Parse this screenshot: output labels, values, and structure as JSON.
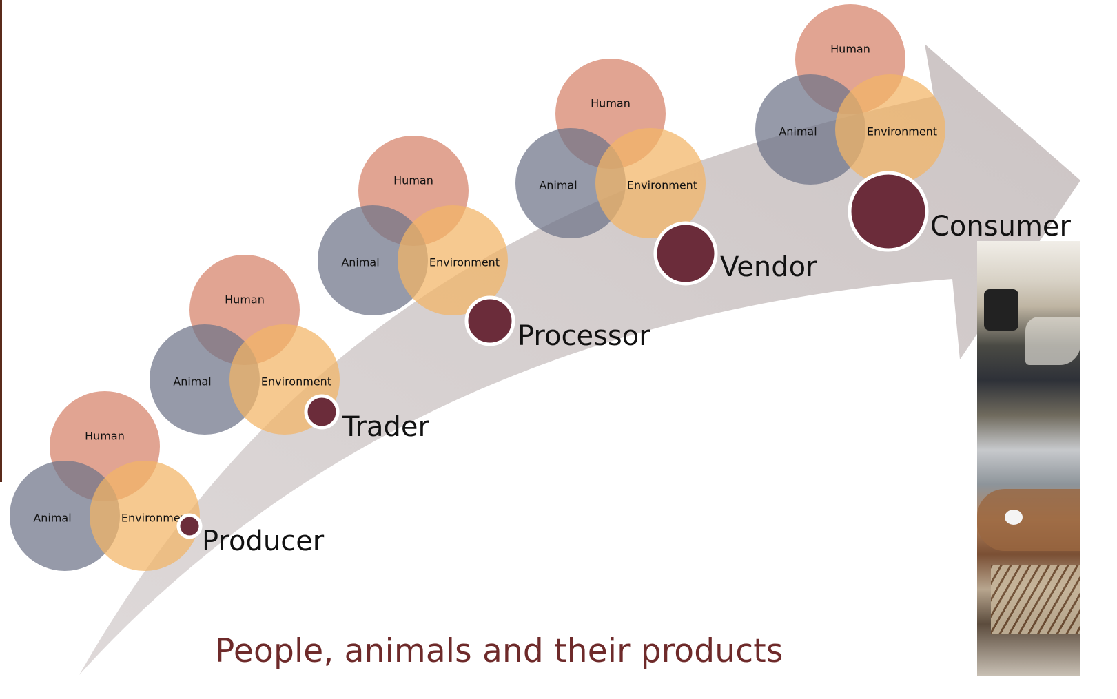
{
  "caption": "People, animals and their products",
  "circle_labels": {
    "human": "Human",
    "animal": "Animal",
    "environment": "Environment"
  },
  "stages": [
    {
      "name": "Producer"
    },
    {
      "name": "Trader"
    },
    {
      "name": "Processor"
    },
    {
      "name": "Vendor"
    },
    {
      "name": "Consumer"
    }
  ],
  "colors": {
    "human": "#d98a73",
    "animal": "#6e7388",
    "environment": "#f3b465",
    "stage_dot": "#6b2c3a",
    "arrow": "#ccc5c5",
    "caption": "#6e2a2a"
  }
}
